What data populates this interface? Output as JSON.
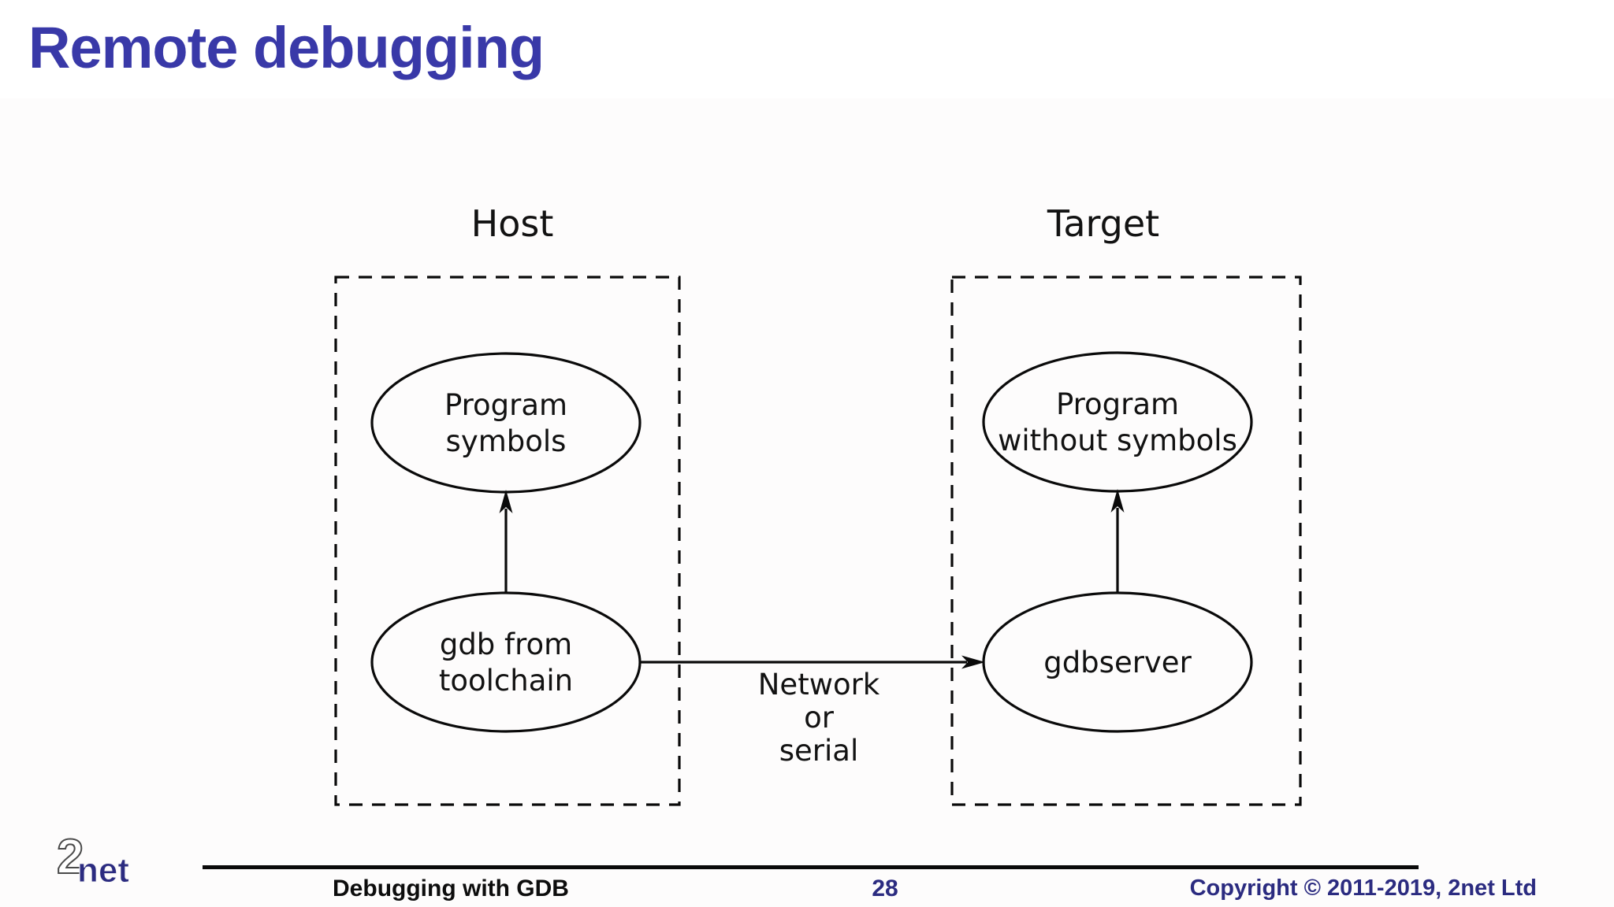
{
  "slide": {
    "title": "Remote debugging",
    "title_color": "#3939a8",
    "background_color": "#fdfcfc"
  },
  "diagram": {
    "host_label": "Host",
    "target_label": "Target",
    "nodes": {
      "program_symbols": {
        "line1": "Program",
        "line2": "symbols"
      },
      "gdb_from_toolchain": {
        "line1": "gdb from",
        "line2": "toolchain"
      },
      "program_without_symbols": {
        "line1": "Program",
        "line2": "without symbols"
      },
      "gdbserver": {
        "label": "gdbserver"
      }
    },
    "connection_label": {
      "line1": "Network",
      "line2": "or",
      "line3": "serial"
    },
    "line_color": "#0a0a0a"
  },
  "footer": {
    "logo": {
      "two": "2",
      "net": "net"
    },
    "doc_title": "Debugging with GDB",
    "page_number": "28",
    "copyright": "Copyright © 2011-2019, 2net Ltd",
    "accent_color": "#2b2b80"
  }
}
